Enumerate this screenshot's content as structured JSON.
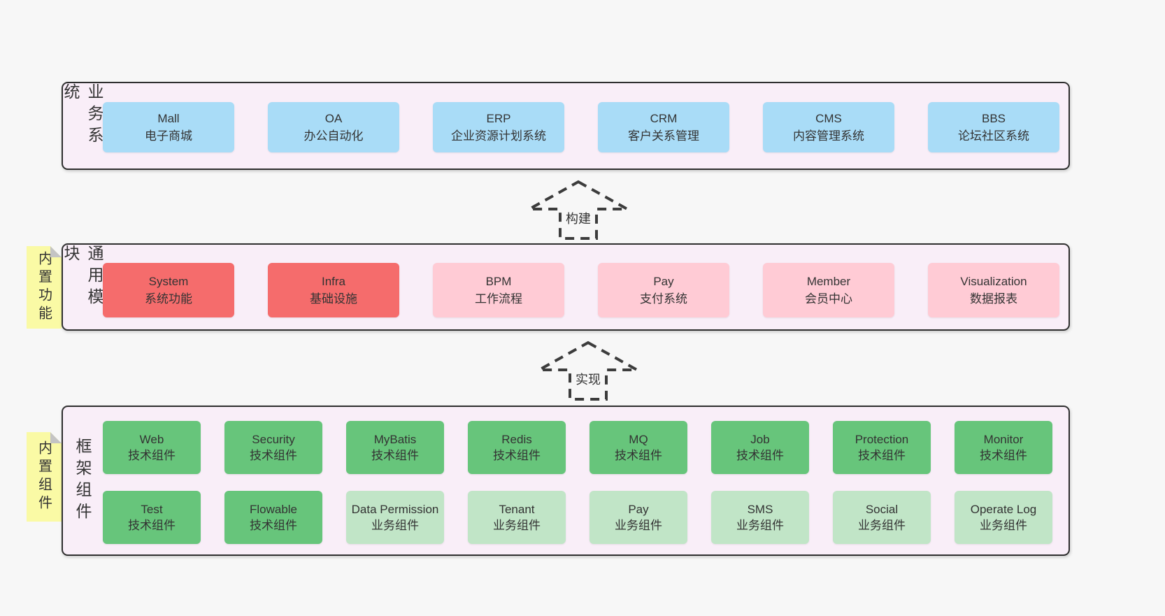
{
  "colors": {
    "page_bg": "#f7f7f7",
    "panel_bg": "#f9eef8",
    "panel_border": "#2f2f2f",
    "blue_box": "#a9dcf7",
    "red_box": "#f56c6c",
    "pink_box": "#ffcbd5",
    "green_box": "#67c57b",
    "light_green_box": "#c1e5c7",
    "sticky_note": "#fafaa5",
    "text": "#333333"
  },
  "business_section": {
    "label": "业务系统",
    "boxes": [
      {
        "title": "Mall",
        "subtitle": "电子商城"
      },
      {
        "title": "OA",
        "subtitle": "办公自动化"
      },
      {
        "title": "ERP",
        "subtitle": "企业资源计划系统"
      },
      {
        "title": "CRM",
        "subtitle": "客户关系管理"
      },
      {
        "title": "CMS",
        "subtitle": "内容管理系统"
      },
      {
        "title": "BBS",
        "subtitle": "论坛社区系统"
      }
    ]
  },
  "build_arrow": {
    "label": "构建"
  },
  "module_section": {
    "label": "通用模块",
    "sticky_note": "内置功能",
    "boxes": [
      {
        "title": "System",
        "subtitle": "系统功能"
      },
      {
        "title": "Infra",
        "subtitle": "基础设施"
      },
      {
        "title": "BPM",
        "subtitle": "工作流程"
      },
      {
        "title": "Pay",
        "subtitle": "支付系统"
      },
      {
        "title": "Member",
        "subtitle": "会员中心"
      },
      {
        "title": "Visualization",
        "subtitle": "数据报表"
      }
    ]
  },
  "implement_arrow": {
    "label": "实现"
  },
  "framework_section": {
    "label": "框架组件",
    "sticky_note": "内置组件",
    "row1": [
      {
        "title": "Web",
        "subtitle": "技术组件"
      },
      {
        "title": "Security",
        "subtitle": "技术组件"
      },
      {
        "title": "MyBatis",
        "subtitle": "技术组件"
      },
      {
        "title": "Redis",
        "subtitle": "技术组件"
      },
      {
        "title": "MQ",
        "subtitle": "技术组件"
      },
      {
        "title": "Job",
        "subtitle": "技术组件"
      },
      {
        "title": "Protection",
        "subtitle": "技术组件"
      },
      {
        "title": "Monitor",
        "subtitle": "技术组件"
      }
    ],
    "row2": [
      {
        "title": "Test",
        "subtitle": "技术组件"
      },
      {
        "title": "Flowable",
        "subtitle": "技术组件"
      },
      {
        "title": "Data Permission",
        "subtitle": "业务组件"
      },
      {
        "title": "Tenant",
        "subtitle": "业务组件"
      },
      {
        "title": "Pay",
        "subtitle": "业务组件"
      },
      {
        "title": "SMS",
        "subtitle": "业务组件"
      },
      {
        "title": "Social",
        "subtitle": "业务组件"
      },
      {
        "title": "Operate Log",
        "subtitle": "业务组件"
      }
    ]
  }
}
